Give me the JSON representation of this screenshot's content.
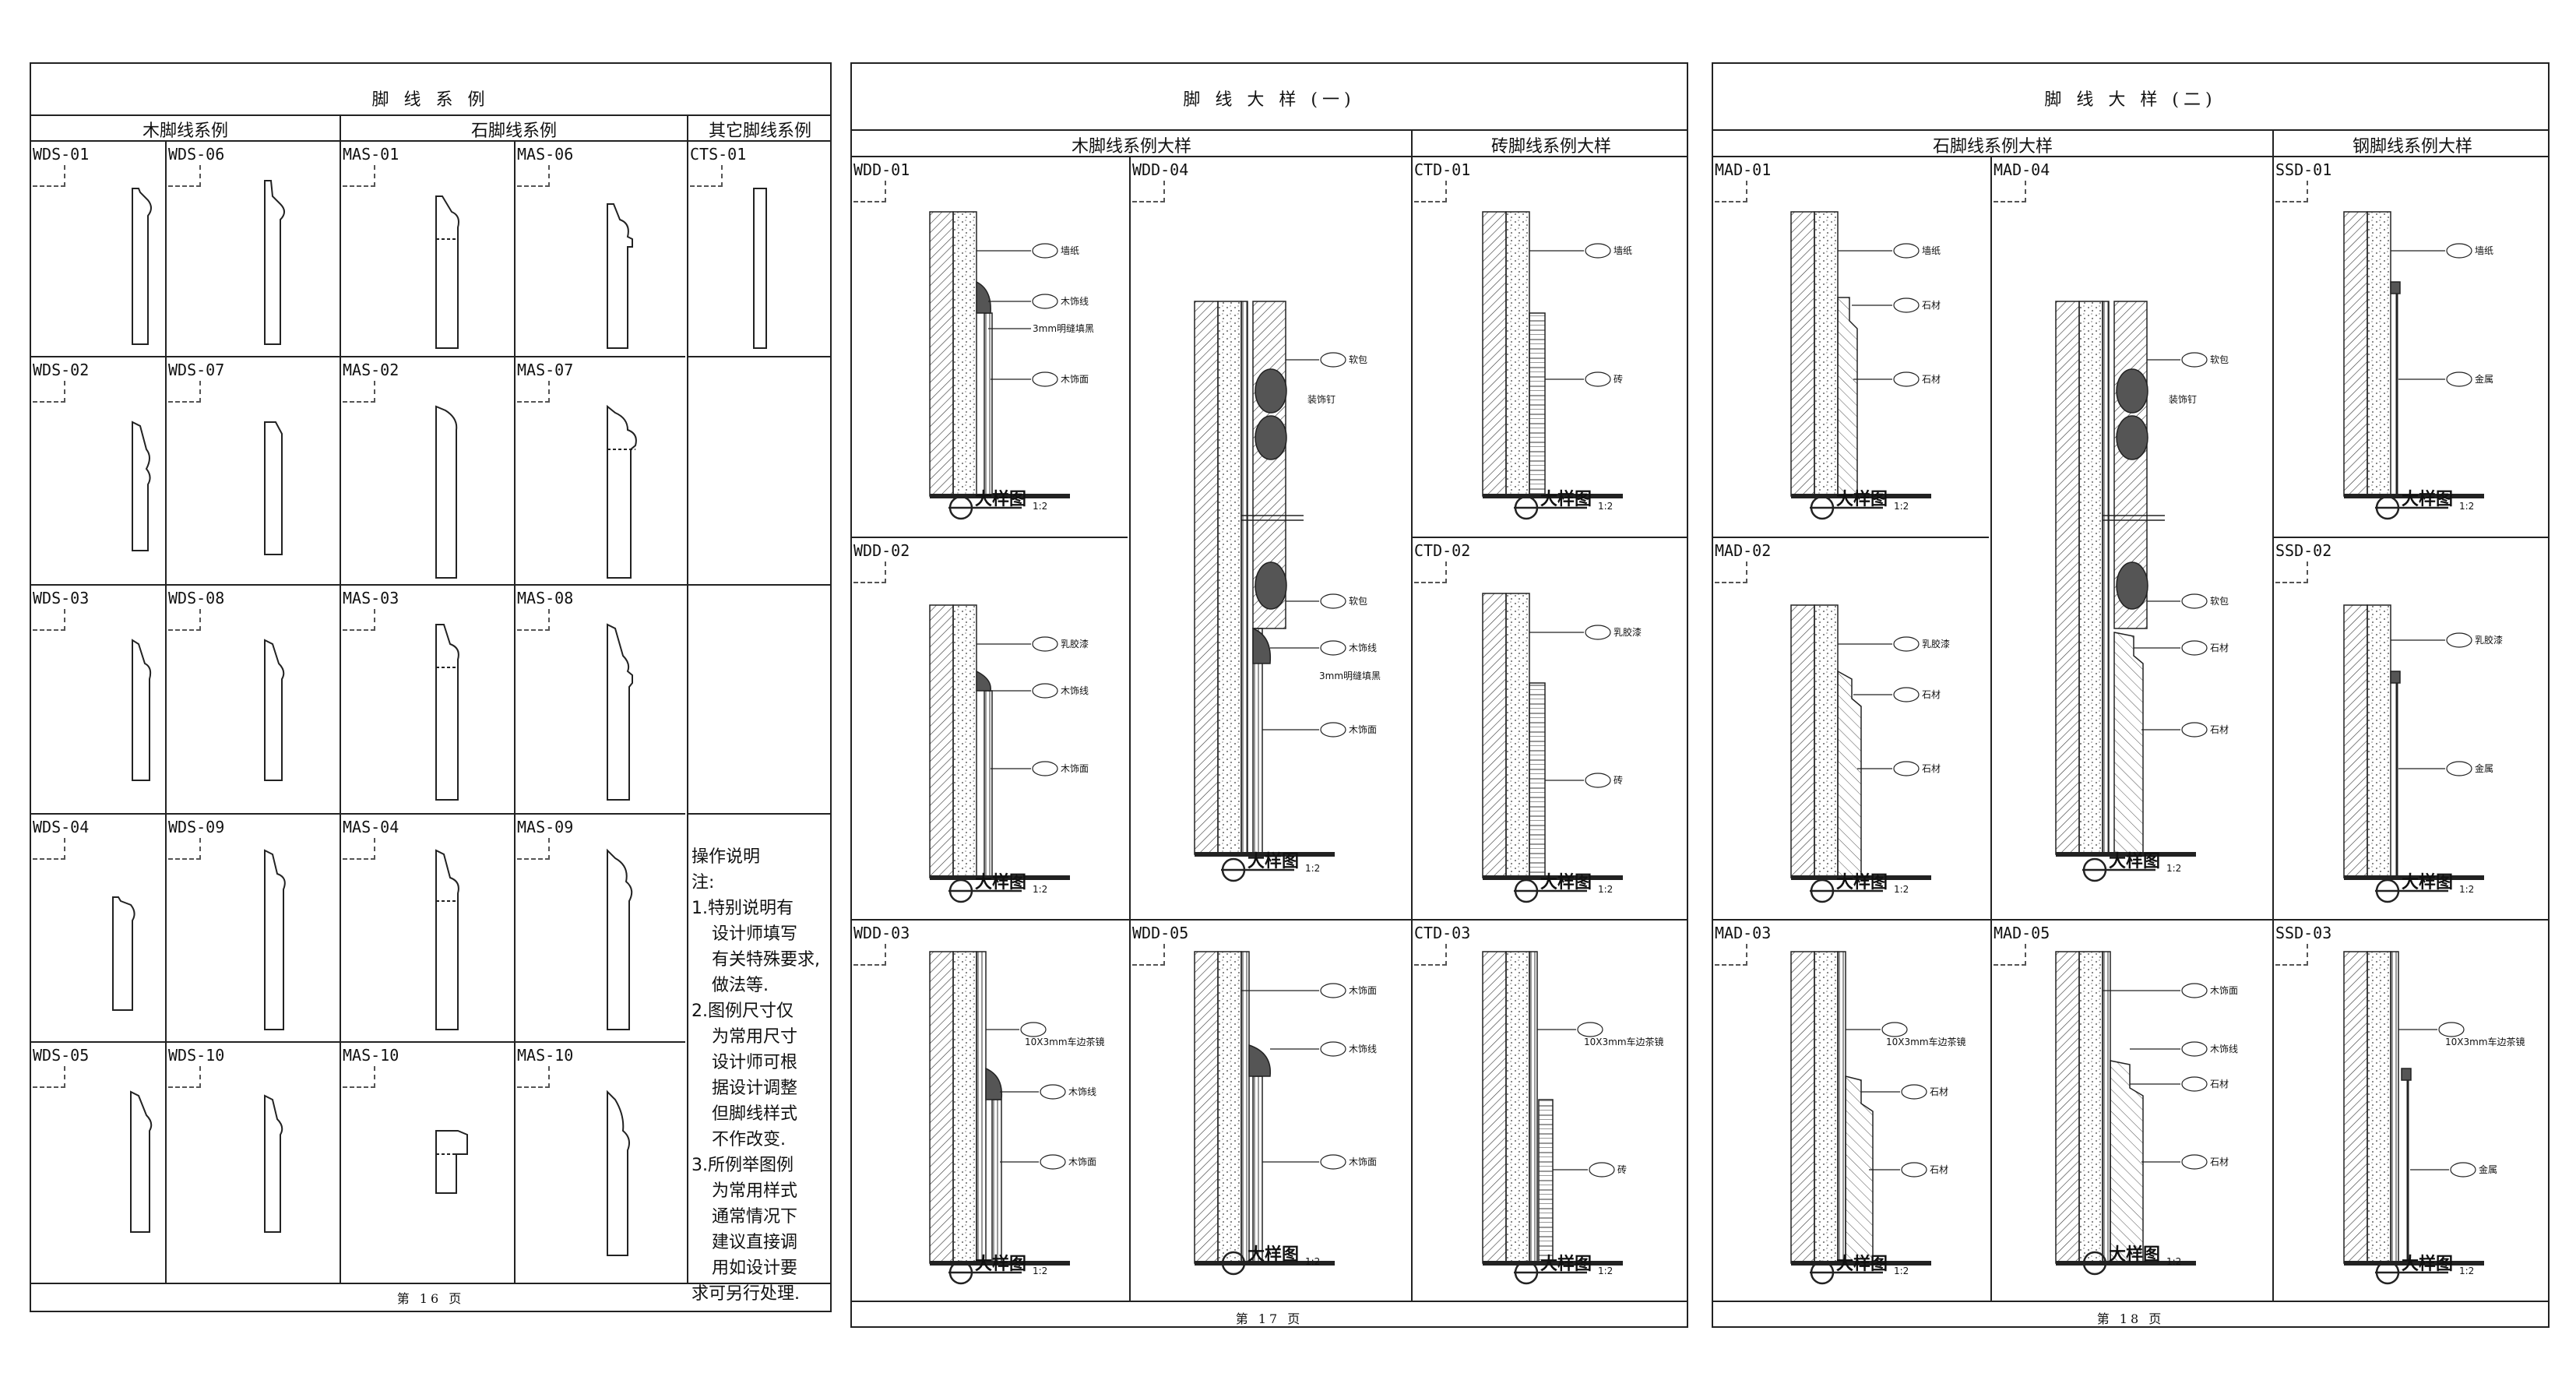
{
  "page1": {
    "title": "脚 线 系 例",
    "sections": [
      "木脚线系例",
      "石脚线系例",
      "其它脚线系例"
    ],
    "codes_wds_a": [
      "WDS-01",
      "WDS-02",
      "WDS-03",
      "WDS-04",
      "WDS-05"
    ],
    "codes_wds_b": [
      "WDS-06",
      "WDS-07",
      "WDS-08",
      "WDS-09",
      "WDS-10"
    ],
    "codes_mas_a": [
      "MAS-01",
      "MAS-02",
      "MAS-03",
      "MAS-04",
      "MAS-10"
    ],
    "codes_mas_b": [
      "MAS-06",
      "MAS-07",
      "MAS-08",
      "MAS-09",
      "MAS-10"
    ],
    "code_cts": "CTS-01",
    "notes": {
      "title": "操作说明",
      "lines": [
        "注:",
        "1.特别说明有",
        "设计师填写",
        "有关特殊要求,",
        "做法等.",
        "2.图例尺寸仅",
        "为常用尺寸",
        "设计师可根",
        "据设计调整",
        "但脚线样式",
        "不作改变.",
        "3.所例举图例",
        "为常用样式",
        "通常情况下",
        "建议直接调",
        "用如设计要",
        "求可另行处理."
      ]
    },
    "footer": "第 16 页"
  },
  "page2": {
    "title": "脚 线 大 样 (一)",
    "sections": [
      "木脚线系例大样",
      "砖脚线系例大样"
    ],
    "codes": [
      "WDD-01",
      "WDD-04",
      "CTD-01",
      "WDD-02",
      "CTD-02",
      "WDD-03",
      "WDD-05",
      "CTD-03"
    ],
    "footer": "第 17 页"
  },
  "page3": {
    "title": "脚 线 大 样 (二)",
    "sections": [
      "石脚线系例大样",
      "钢脚线系例大样"
    ],
    "codes": [
      "MAD-01",
      "MAD-04",
      "SSD-01",
      "MAD-02",
      "SSD-02",
      "MAD-03",
      "MAD-05",
      "SSD-03"
    ],
    "footer": "第 18 页"
  },
  "detail": {
    "title": "大样图",
    "scale": "1:2"
  },
  "labels": {
    "wallpaper": "墙纸",
    "wood_trim": "木饰线",
    "gap3": "3mm明缝填黑",
    "wood_face": "木饰面",
    "soft_pack": "软包",
    "deco_nail": "装饰钉",
    "latex": "乳胶漆",
    "mirror": "10X3mm车边茶镜",
    "brick": "砖",
    "stone": "石材",
    "metal": "金属"
  }
}
